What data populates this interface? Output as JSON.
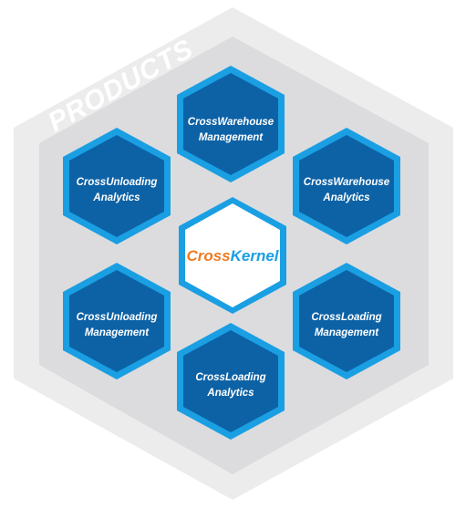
{
  "diagram": {
    "banner": "PRODUCTS",
    "core": {
      "part1": "Cross",
      "part2": "Kernel"
    },
    "modules": [
      {
        "line1": "CrossWarehouse",
        "line2": "Management"
      },
      {
        "line1": "CrossUnloading",
        "line2": "Analytics"
      },
      {
        "line1": "CrossWarehouse",
        "line2": "Analytics"
      },
      {
        "line1": "CrossUnloading",
        "line2": "Management"
      },
      {
        "line1": "CrossLoading",
        "line2": "Management"
      },
      {
        "line1": "CrossLoading",
        "line2": "Analytics"
      }
    ],
    "colors": {
      "outer_hex": "#ececed",
      "inner_hex": "#dcdcde",
      "module_fill": "#0d62a6",
      "module_ring": "#1a9fe3",
      "core_ring": "#1a9fe3",
      "core_fill": "#ffffff",
      "core_part1": "#ee7b21",
      "core_part2": "#1a9fe3"
    }
  }
}
